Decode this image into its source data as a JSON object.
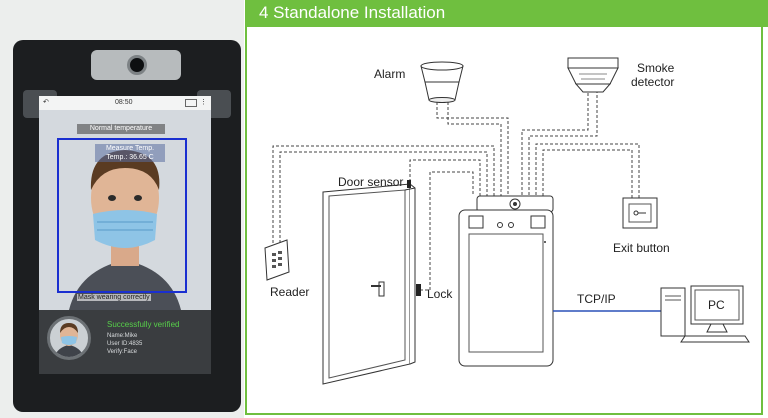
{
  "title": "4 Standalone Installation",
  "device_screen": {
    "time": "08:50",
    "top_label": "Normal temperature",
    "measure_line1": "Measure Temp.",
    "measure_line2": "Temp.: 36.65 C",
    "mask_label": "Mask wearing correctly",
    "verify_title": "Successfully verified",
    "name_line": "Name:Mike",
    "user_line": "User ID:4835",
    "verify_line": "Verify:Face"
  },
  "diagram": {
    "alarm": "Alarm",
    "smoke_line1": "Smoke",
    "smoke_line2": "detector",
    "door_sensor": "Door sensor",
    "exit_button": "Exit button",
    "reader": "Reader",
    "lock": "Lock",
    "tcpip": "TCP/IP",
    "pc": "PC"
  },
  "colors": {
    "title_bar": "#6fbf3f",
    "network_line": "#2a50b8",
    "face_box": "#1a2fd0",
    "verified_text": "#57d04a"
  }
}
